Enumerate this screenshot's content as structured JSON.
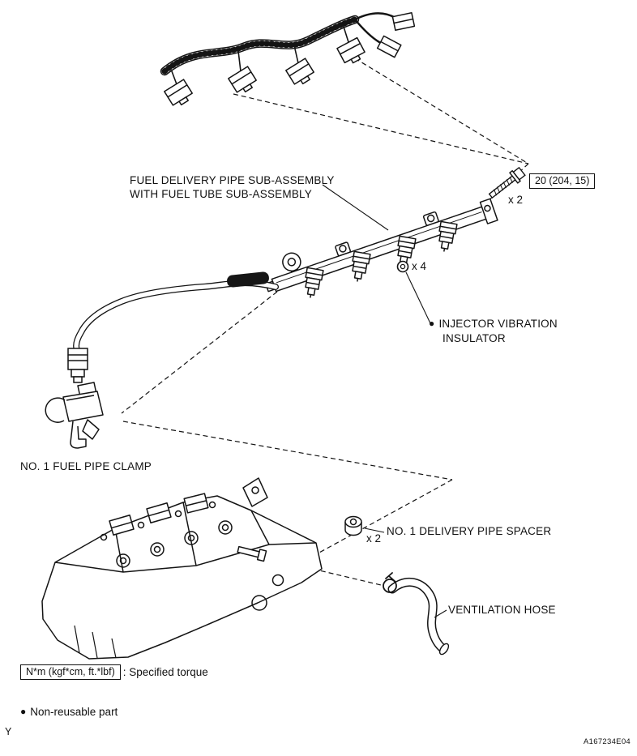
{
  "page": {
    "footer_left": "Y",
    "figure_code": "A167234E04"
  },
  "icons": {
    "non_reusable_bullet": "●"
  },
  "labels": {
    "fuel_delivery_pipe": {
      "line1": "FUEL DELIVERY PIPE SUB-ASSEMBLY",
      "line2": "WITH FUEL TUBE SUB-ASSEMBLY"
    },
    "torque_value": "20 (204, 15)",
    "bolt_quantity": "x 2",
    "insulator_quantity": "x 4",
    "injector_vibration_insulator": {
      "line1": "INJECTOR VIBRATION",
      "line2": "INSULATOR"
    },
    "fuel_pipe_clamp": "NO. 1 FUEL PIPE CLAMP",
    "spacer_quantity": "x 2",
    "delivery_pipe_spacer": "NO. 1 DELIVERY PIPE SPACER",
    "ventilation_hose": "VENTILATION HOSE"
  },
  "legend": {
    "torque_box": "N*m (kgf*cm, ft.*lbf)",
    "torque_description": ": Specified torque",
    "non_reusable": "Non-reusable part"
  }
}
